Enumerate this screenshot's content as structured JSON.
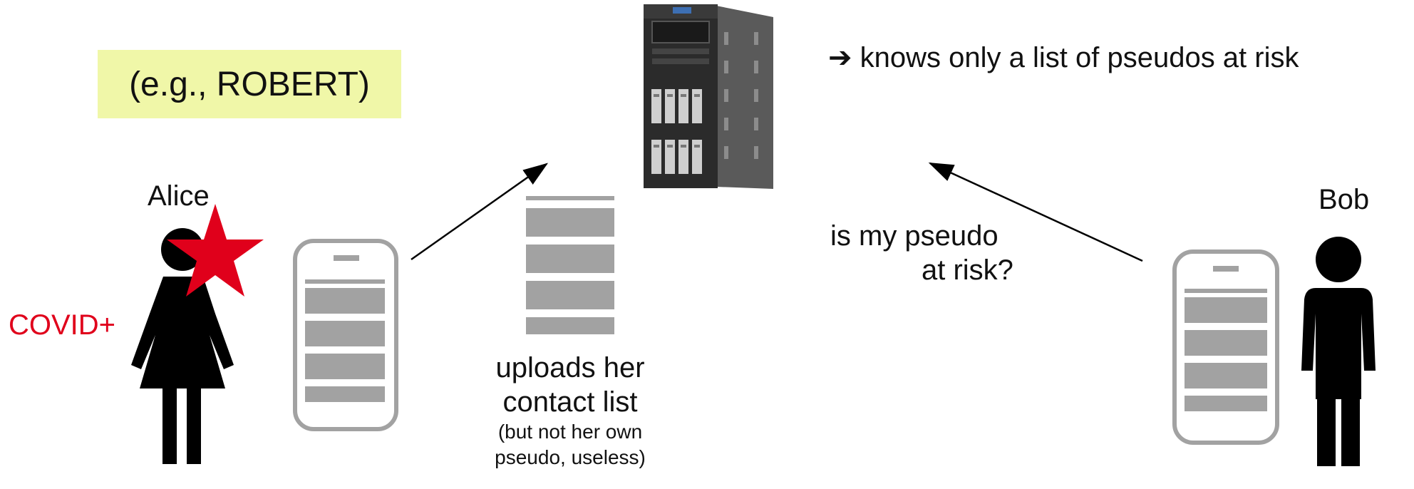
{
  "example_label": "(e.g., ROBERT)",
  "server_note": {
    "arrow": "➔",
    "text": "knows only a list of pseudos at risk"
  },
  "alice": {
    "name": "Alice",
    "status": "COVID+"
  },
  "bob": {
    "name": "Bob"
  },
  "upload_caption": {
    "line1": "uploads her",
    "line2": "contact list",
    "line3": "(but not her own",
    "line4": "pseudo, useless)"
  },
  "query_caption": {
    "line1": "is my pseudo",
    "line2": "at risk?"
  },
  "colors": {
    "alert_red": "#e0001b",
    "highlight": "#f0f7a8",
    "phone_gray": "#a2a2a2",
    "figure_black": "#000000"
  }
}
